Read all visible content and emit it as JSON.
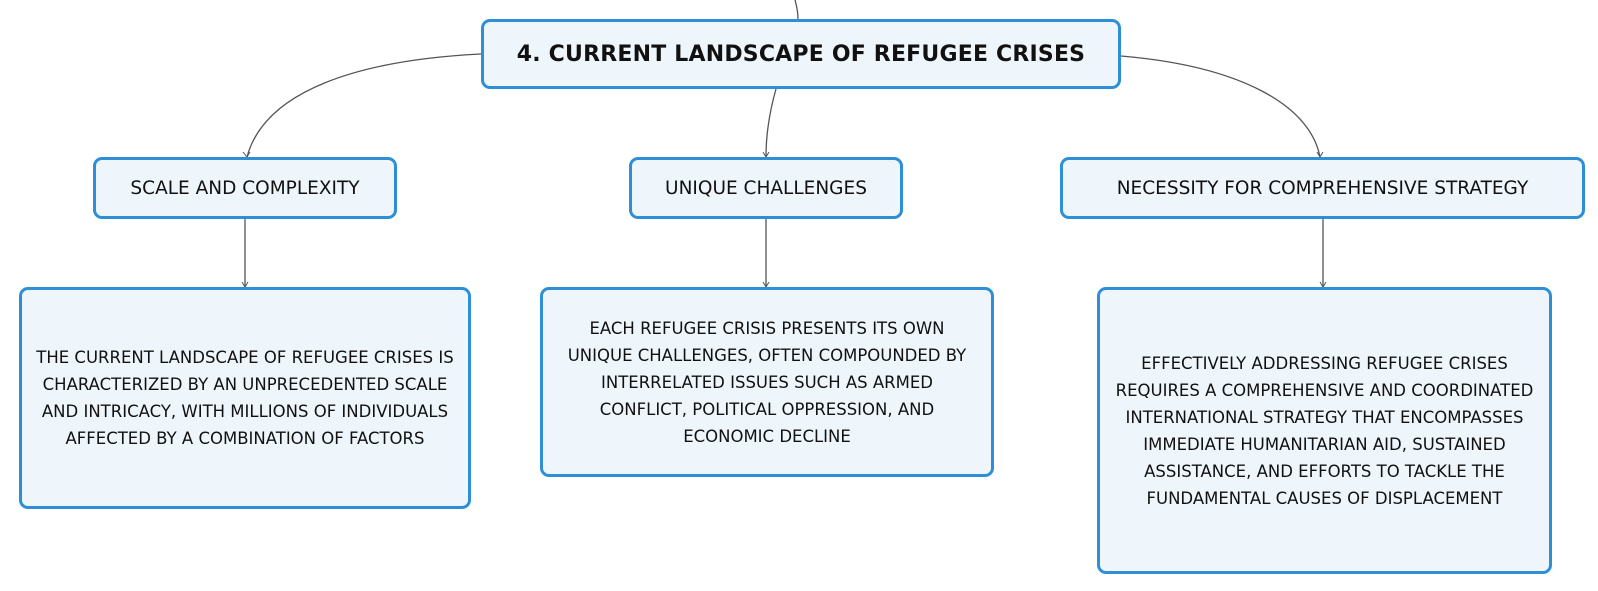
{
  "root": {
    "title": "4. CURRENT LANDSCAPE OF REFUGEE CRISES"
  },
  "branches": [
    {
      "label": "SCALE AND COMPLEXITY",
      "detail": "THE CURRENT LANDSCAPE OF REFUGEE CRISES IS CHARACTERIZED BY AN UNPRECEDENTED SCALE AND INTRICACY, WITH MILLIONS OF INDIVIDUALS AFFECTED BY A COMBINATION OF FACTORS"
    },
    {
      "label": "UNIQUE CHALLENGES",
      "detail": "EACH REFUGEE CRISIS PRESENTS ITS OWN UNIQUE CHALLENGES, OFTEN COMPOUNDED BY INTERRELATED ISSUES SUCH AS ARMED CONFLICT, POLITICAL OPPRESSION, AND ECONOMIC DECLINE"
    },
    {
      "label": "NECESSITY FOR COMPREHENSIVE STRATEGY",
      "detail": "EFFECTIVELY ADDRESSING REFUGEE CRISES REQUIRES A COMPREHENSIVE AND COORDINATED INTERNATIONAL STRATEGY THAT ENCOMPASSES IMMEDIATE HUMANITARIAN AID, SUSTAINED ASSISTANCE, AND EFFORTS TO TACKLE THE FUNDAMENTAL CAUSES OF DISPLACEMENT"
    }
  ],
  "colors": {
    "node_fill": "#eef6fc",
    "node_border": "#2e8fd6",
    "connector": "#555555",
    "text": "#111111"
  }
}
